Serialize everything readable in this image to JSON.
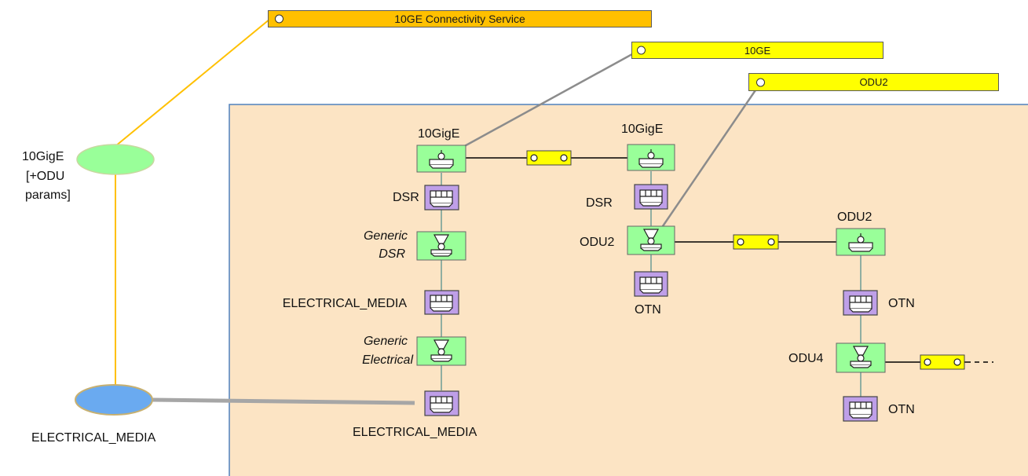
{
  "service_bars": {
    "connectivity": "10GE Connectivity Service",
    "ge10": "10GE",
    "odu2": "ODU2"
  },
  "left_labels": {
    "gige_line1": "10GigE",
    "gige_line2": "[+ODU",
    "gige_line3": "params]",
    "electrical_media": "ELECTRICAL_MEDIA"
  },
  "stack1": {
    "top": "10GigE",
    "dsr": "DSR",
    "generic_dsr_1": "Generic",
    "generic_dsr_2": "DSR",
    "electrical_media": "ELECTRICAL_MEDIA",
    "generic_elec_1": "Generic",
    "generic_elec_2": "Electrical",
    "bottom": "ELECTRICAL_MEDIA"
  },
  "stack2": {
    "top": "10GigE",
    "dsr": "DSR",
    "odu2": "ODU2",
    "otn": "OTN"
  },
  "stack3": {
    "top": "ODU2",
    "otn1": "OTN",
    "odu4": "ODU4",
    "otn2": "OTN"
  },
  "colors": {
    "domain_fill": "#fce4c4",
    "domain_border": "#4f81bd",
    "node_green": "#ccffcc",
    "pad_green": "#99ff99",
    "media_purple": "#bf9fe8",
    "link_orange": "#ffc000",
    "link_gray": "#999999",
    "ellipse_green": "#99ff99",
    "ellipse_blue": "#6aaaf0"
  }
}
